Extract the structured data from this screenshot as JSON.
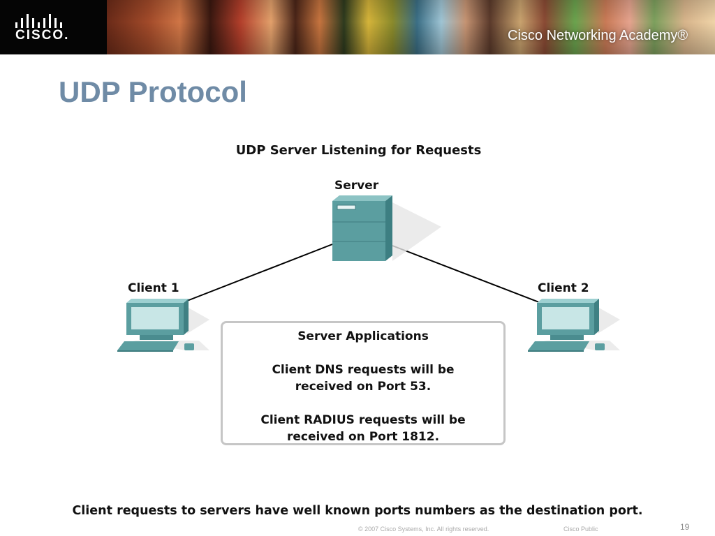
{
  "header": {
    "logo_text": "CISCO.",
    "academy_text": "Cisco Networking Academy®"
  },
  "slide": {
    "title": "UDP Protocol",
    "diagram_title": "UDP Server Listening for Requests",
    "server_label": "Server",
    "client1_label": "Client 1",
    "client2_label": "Client 2",
    "app_box": {
      "heading": "Server Applications",
      "dns_line1": "Client DNS requests will be",
      "dns_line2": "received on Port 53.",
      "radius_line1": "Client RADIUS requests will be",
      "radius_line2": "received on Port 1812."
    },
    "caption": "Client requests to servers have well known ports numbers as the destination port."
  },
  "footer": {
    "copyright": "© 2007 Cisco Systems, Inc. All rights reserved.",
    "classification": "Cisco Public",
    "page_number": "19"
  },
  "colors": {
    "title": "#6f8ba6",
    "device_teal": "#5b9ea0",
    "banner_bg": "#0d0d0d"
  },
  "icons": [
    "cisco-logo-icon",
    "server-icon",
    "computer-icon"
  ]
}
